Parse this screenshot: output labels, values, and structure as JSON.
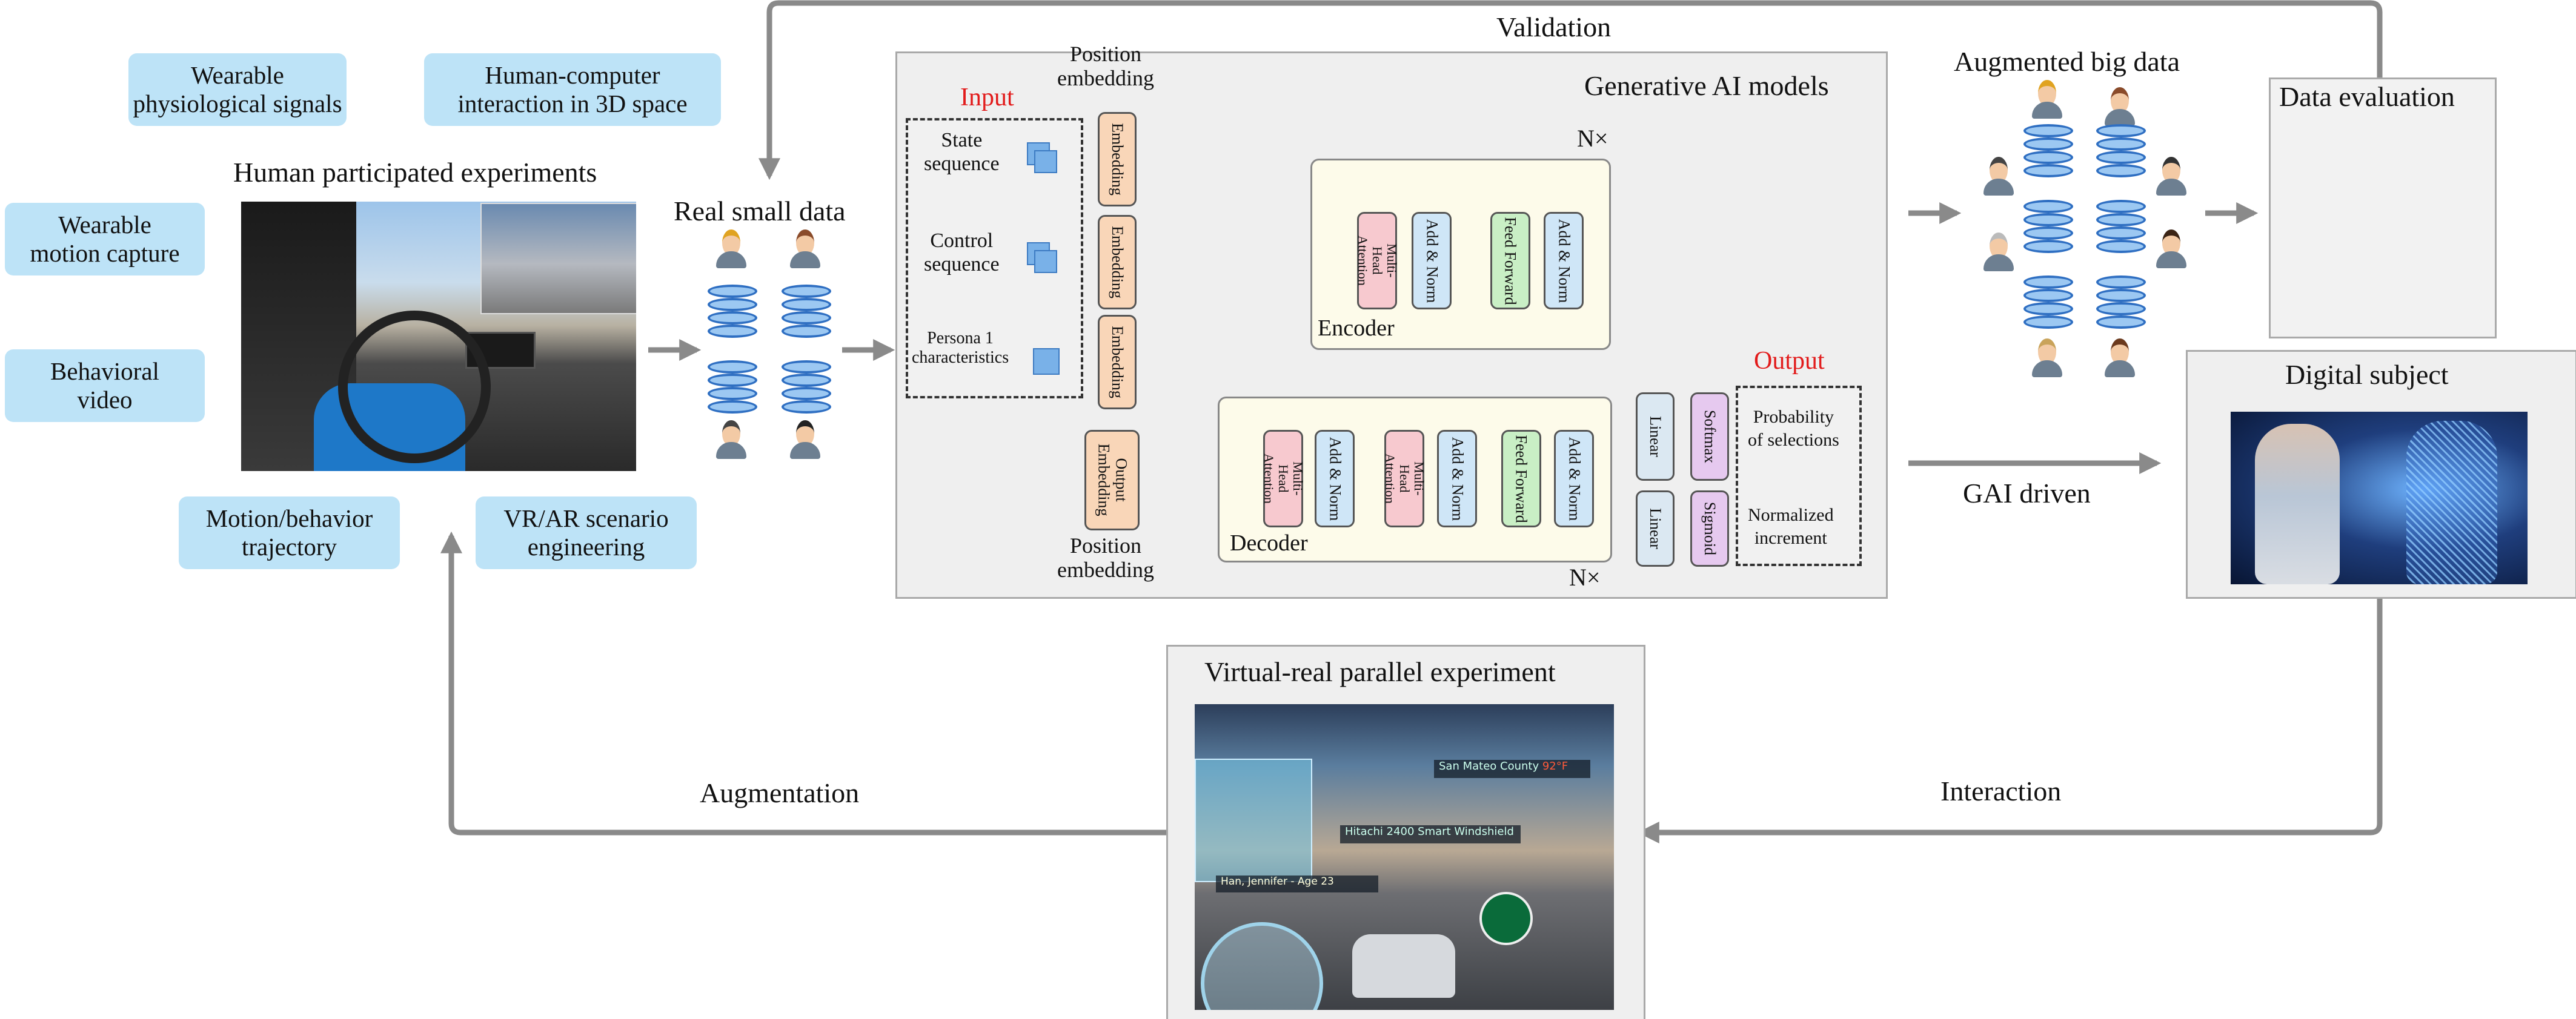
{
  "validation_label": "Validation",
  "augmentation_label": "Augmentation",
  "interaction_label": "Interaction",
  "gai_driven_label": "GAI driven",
  "human_experiments": {
    "title": "Human participated experiments",
    "callouts": {
      "wearable_physio": "Wearable\nphysiological signals",
      "hci_3d": "Human-computer\ninteraction in 3D space",
      "wearable_motion": "Wearable\nmotion capture",
      "behavioral_video": "Behavioral\nvideo",
      "motion_trajectory": "Motion/behavior\ntrajectory",
      "vr_ar": "VR/AR scenario\nengineering"
    }
  },
  "real_small_data": {
    "title": "Real small data"
  },
  "generative_ai": {
    "title": "Generative AI models",
    "input_label": "Input",
    "output_label": "Output",
    "state_sequence": "State\nsequence",
    "control_sequence": "Control\nsequence",
    "persona": "Persona 1\ncharacteristics",
    "position_embedding_top": "Position\nembedding",
    "position_embedding_bottom": "Position\nembedding",
    "embedding": "Embedding",
    "output_embedding": "Output\nEmbedding",
    "encoder_label": "Encoder",
    "decoder_label": "Decoder",
    "n_times": "N×",
    "multi_head_attention": "Multi-Head\nAttention",
    "add_norm": "Add & Norm",
    "feed_forward": "Feed Forward",
    "linear": "Linear",
    "softmax": "Softmax",
    "sigmoid": "Sigmoid",
    "output_probability": "Probability\nof selections",
    "output_increment": "Normalized\nincrement"
  },
  "augmented_big_data": {
    "title": "Augmented big data"
  },
  "data_evaluation": {
    "title": "Data evaluation"
  },
  "digital_subject": {
    "title": "Digital subject"
  },
  "virtual_real": {
    "title": "Virtual-real parallel experiment",
    "hud_location": "San Mateo County",
    "hud_temp": "92°F",
    "hud_windshield": "Hitachi 2400 Smart Windshield",
    "hud_person": "Han, Jennifer",
    "hud_age": "Age 23"
  },
  "colors": {
    "arrow_gray": "#8a8a8a",
    "callout_blue": "#bde3f7",
    "input_red": "#e21b1b",
    "cylinder_blue": "#5b9de2"
  }
}
